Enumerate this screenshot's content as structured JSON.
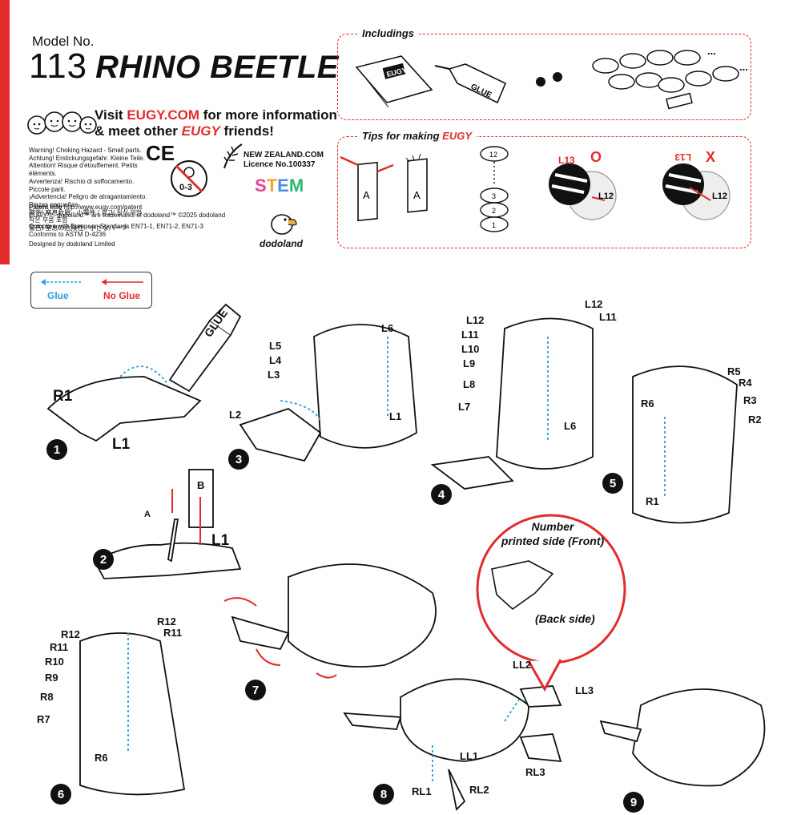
{
  "header": {
    "model_no_label": "Model No.",
    "model_number": "113",
    "model_name": "RHINO BEETLE",
    "visit_line1_pre": "Visit ",
    "visit_site": "EUGY.COM",
    "visit_line1_post": " for more information",
    "visit_line2_pre": "& meet other ",
    "visit_brand": "EUGY",
    "visit_line2_post": " friends!"
  },
  "warnings": [
    "Warning! Choking Hazard - Small parts.",
    "Achtung! Erstickungsgefahr. Kleine Teile.",
    "Attention! Risque d'étouffement. Petits éléments.",
    "Avvertenza! Rischio di soffocamento. Piccole parti.",
    "¡Advertencia! Peligro de atragantamiento. Piezas pequeñas.",
    "警告! 窒息危險 - 小零件 / 경고! 질식 위험. 작은 부품 포함",
    "警告! 窒息の危険性 - 小さなパーツ"
  ],
  "marks": {
    "ce": "CE",
    "age": "0-3",
    "nz_line1": "NEW ZEALAND.COM",
    "nz_line2": "Licence No.100337",
    "stem": "STEM",
    "dodoland": "dodoland"
  },
  "legal": {
    "patent_label": "Patent Info",
    "patent_url": " http://www.eugy.com/patent",
    "trademark": "EUGY™, dodoland™ are trademarks of dodoland™ ©2025 dodoland",
    "complies": "Complies with European Standards EN71-1, EN71-2, EN71-3",
    "conforms": "Conforms to ASTM D-4236",
    "designed": "Designed by dodoland Limited"
  },
  "includings": {
    "title": "Includings",
    "booklet": "EUGY",
    "glue": "GLUE",
    "more": "..."
  },
  "tips": {
    "title_pre": "Tips for making ",
    "title_brand": "EUGY",
    "a_label": "A",
    "stack_numbers": [
      "12",
      "3",
      "2",
      "1"
    ],
    "correct_mark": "O",
    "wrong_mark": "X",
    "l13": "L13",
    "l12": "L12",
    "l13_mirrored": "L13"
  },
  "legend": {
    "glue": "Glue",
    "no_glue": "No Glue"
  },
  "steps": [
    "1",
    "2",
    "3",
    "4",
    "5",
    "6",
    "7",
    "8",
    "9"
  ],
  "parts": {
    "step1": [
      "R1",
      "L1"
    ],
    "step1_glue": "GLUE",
    "step2": [
      "A",
      "B",
      "L1"
    ],
    "step3": [
      "L6",
      "L5",
      "L4",
      "L3",
      "L2",
      "L1"
    ],
    "step4": [
      "L12",
      "L11",
      "L12",
      "L11",
      "L10",
      "L9",
      "L8",
      "L7",
      "L6"
    ],
    "step5": [
      "R5",
      "R4",
      "R6",
      "R3",
      "R2",
      "R1"
    ],
    "step6": [
      "R12",
      "R11",
      "R12",
      "R11",
      "R10",
      "R9",
      "R8",
      "R7",
      "R6"
    ],
    "step8": [
      "LL2",
      "LL3",
      "LL1",
      "RL1",
      "RL2",
      "RL3"
    ]
  },
  "callout": {
    "front_line1": "Number",
    "front_line2": "printed side (Front)",
    "back": "(Back side)"
  },
  "colors": {
    "accent": "#e42b2b",
    "glue_arrow": "#2a9de0",
    "ink": "#111111"
  }
}
